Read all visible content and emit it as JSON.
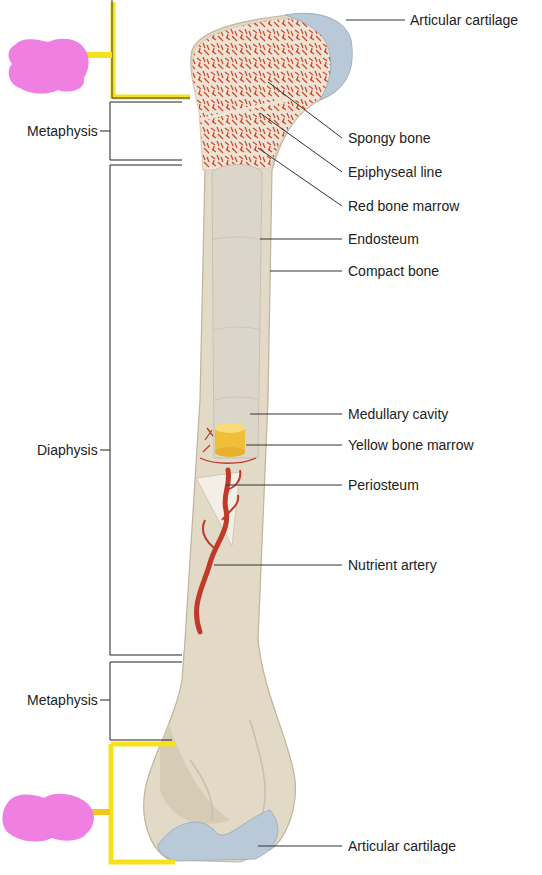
{
  "diagram": {
    "labels": [
      "Articular cartilage",
      "Metaphysis",
      "Spongy bone",
      "Epiphyseal line",
      "Red bone marrow",
      "Endosteum",
      "Compact bone",
      "Medullary cavity",
      "Diaphysis",
      "Yellow bone marrow",
      "Periosteum",
      "Nutrient artery",
      "Metaphysis",
      "Articular cartilage"
    ]
  }
}
